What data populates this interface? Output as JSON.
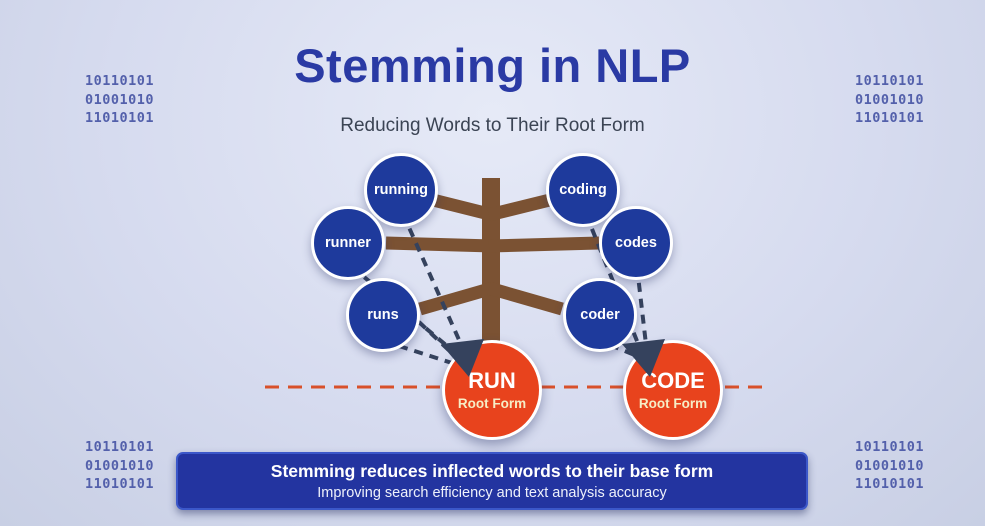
{
  "colors": {
    "bg-start": "#e6eaf7",
    "bg-mid": "#d6dbef",
    "bg-end": "#c8cfe4",
    "title": "#2a3aa4",
    "subtitle": "#3b4454",
    "binary": "#5360ab",
    "node-blue": "#1e3a9c",
    "root-orange": "#e8431d",
    "root-subtext": "#f6edc6",
    "trunk-brown": "#7b5233",
    "connector-navy": "#35425d",
    "baseline-orange": "#d8502a",
    "banner-bg": "#2334a0",
    "banner-border": "#3b57c9"
  },
  "header": {
    "title": "Stemming in NLP",
    "subtitle": "Reducing Words to Their Root Form"
  },
  "binary_pattern": "10110101\n01001010\n11010101",
  "word_nodes": [
    "running",
    "runner",
    "runs",
    "coding",
    "codes",
    "coder"
  ],
  "root_nodes": [
    {
      "word": "RUN",
      "sublabel": "Root Form"
    },
    {
      "word": "CODE",
      "sublabel": "Root Form"
    }
  ],
  "banner": {
    "headline": "Stemming reduces inflected words to their base form",
    "subline": "Improving search efficiency and text analysis accuracy"
  }
}
